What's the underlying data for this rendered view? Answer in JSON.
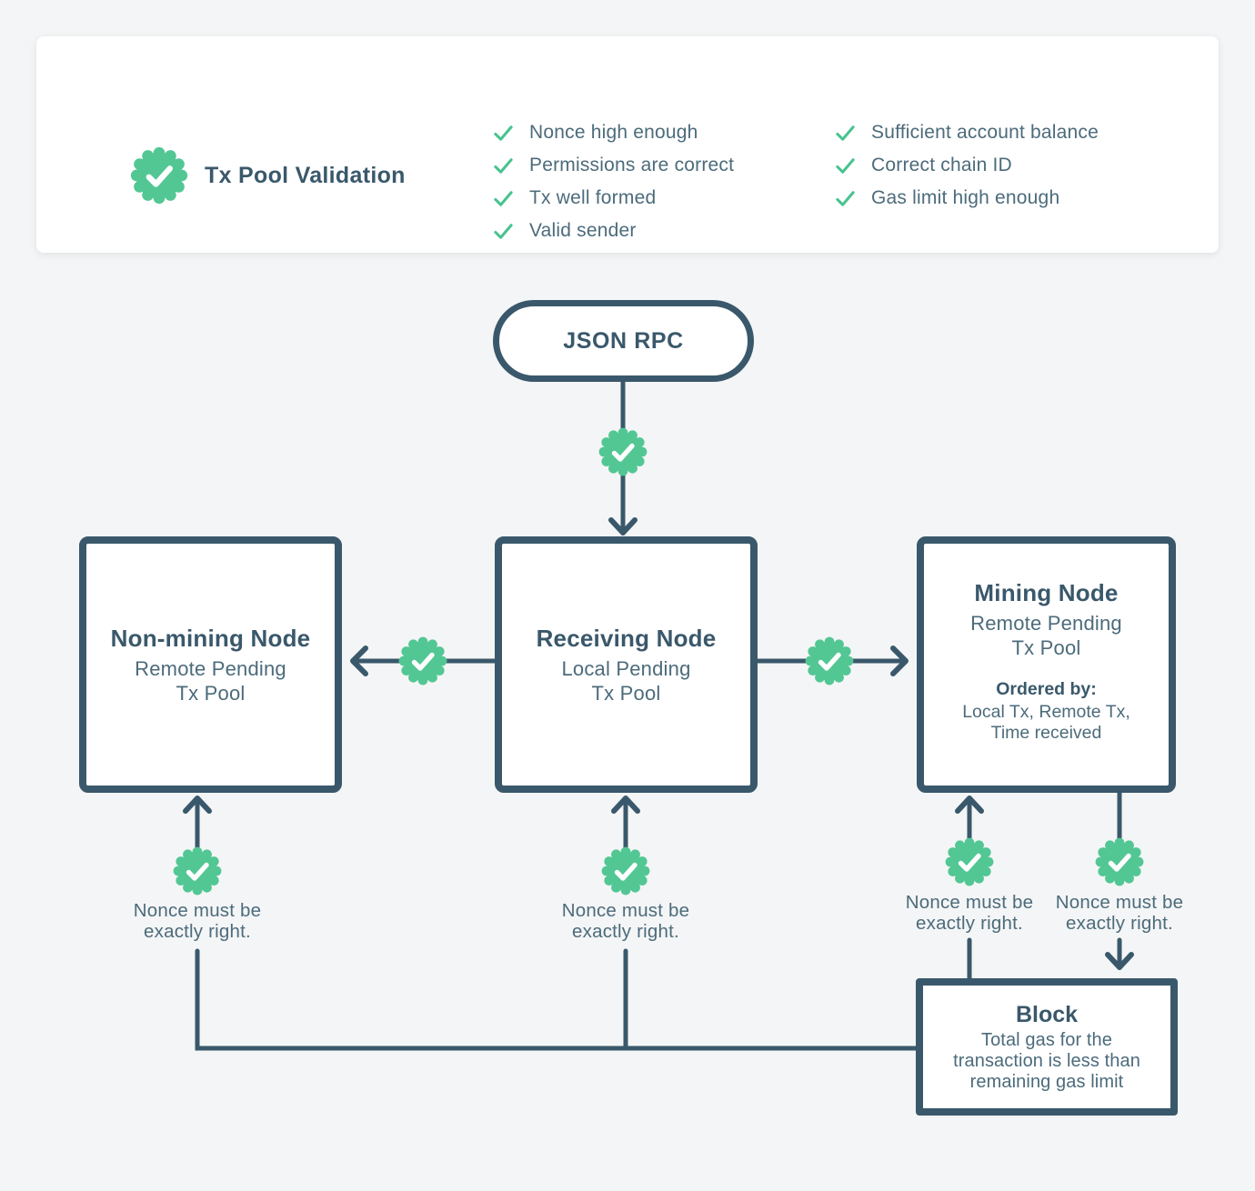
{
  "validation_card": {
    "title": "Tx Pool Validation",
    "checklist_left": [
      "Nonce high enough",
      "Permissions are correct",
      "Tx well formed",
      "Valid sender"
    ],
    "checklist_right": [
      "Sufficient account balance",
      "Correct chain ID",
      "Gas limit high enough"
    ]
  },
  "flow": {
    "json_rpc_label": "JSON RPC",
    "non_mining_node": {
      "title": "Non-mining Node",
      "subtitle": "Remote Pending\nTx Pool"
    },
    "receiving_node": {
      "title": "Receiving Node",
      "subtitle": "Local Pending\nTx Pool"
    },
    "mining_node": {
      "title": "Mining Node",
      "subtitle": "Remote Pending\nTx Pool",
      "ordered_by_label": "Ordered by:",
      "ordered_by_value": "Local Tx, Remote Tx,\nTime received"
    },
    "block": {
      "title": "Block",
      "body": "Total gas for the\ntransaction is less than\nremaining gas limit"
    },
    "nonce_note": "Nonce must be\nexactly right."
  },
  "icons": {
    "badge": "check-seal (scalloped green seal with white checkmark)",
    "list_bullet": "green checkmark"
  },
  "colors": {
    "accent_green": "#52c794",
    "check_green": "#48c38f",
    "ink": "#3a586b",
    "body_text": "#4c6b7b",
    "background": "#f4f5f6",
    "surface": "#ffffff"
  }
}
